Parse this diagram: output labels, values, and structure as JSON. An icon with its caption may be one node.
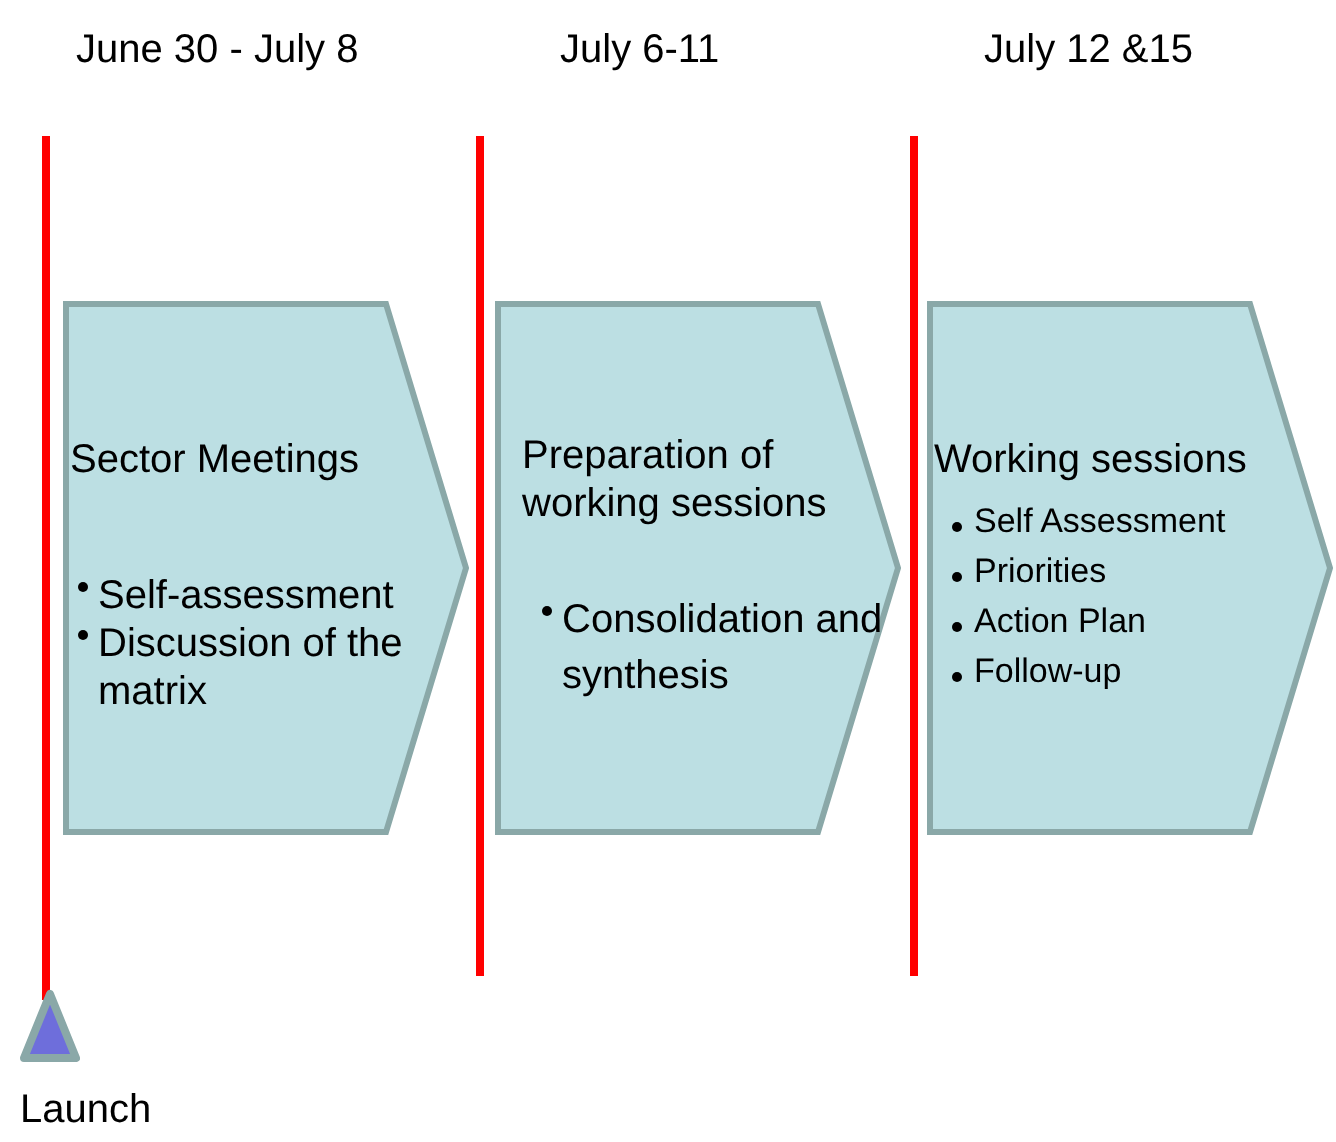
{
  "diagram": {
    "nodes": [
      {
        "text": [
          "Sector Meetings",
          "Self-assessment",
          "Discussion of the matrix"
        ]
      },
      {
        "text": [
          "Preparation of working sessions",
          "Consolidation and synthesis"
        ]
      },
      {
        "text": [
          "Working sessions",
          "Self Assessment",
          "Priorities",
          "Action Plan",
          "Follow-up"
        ]
      },
      {
        "text": [
          "Launch"
        ]
      }
    ],
    "labels": [
      "June 30 - July 8",
      "July 6-11",
      "July 12 &15"
    ]
  }
}
